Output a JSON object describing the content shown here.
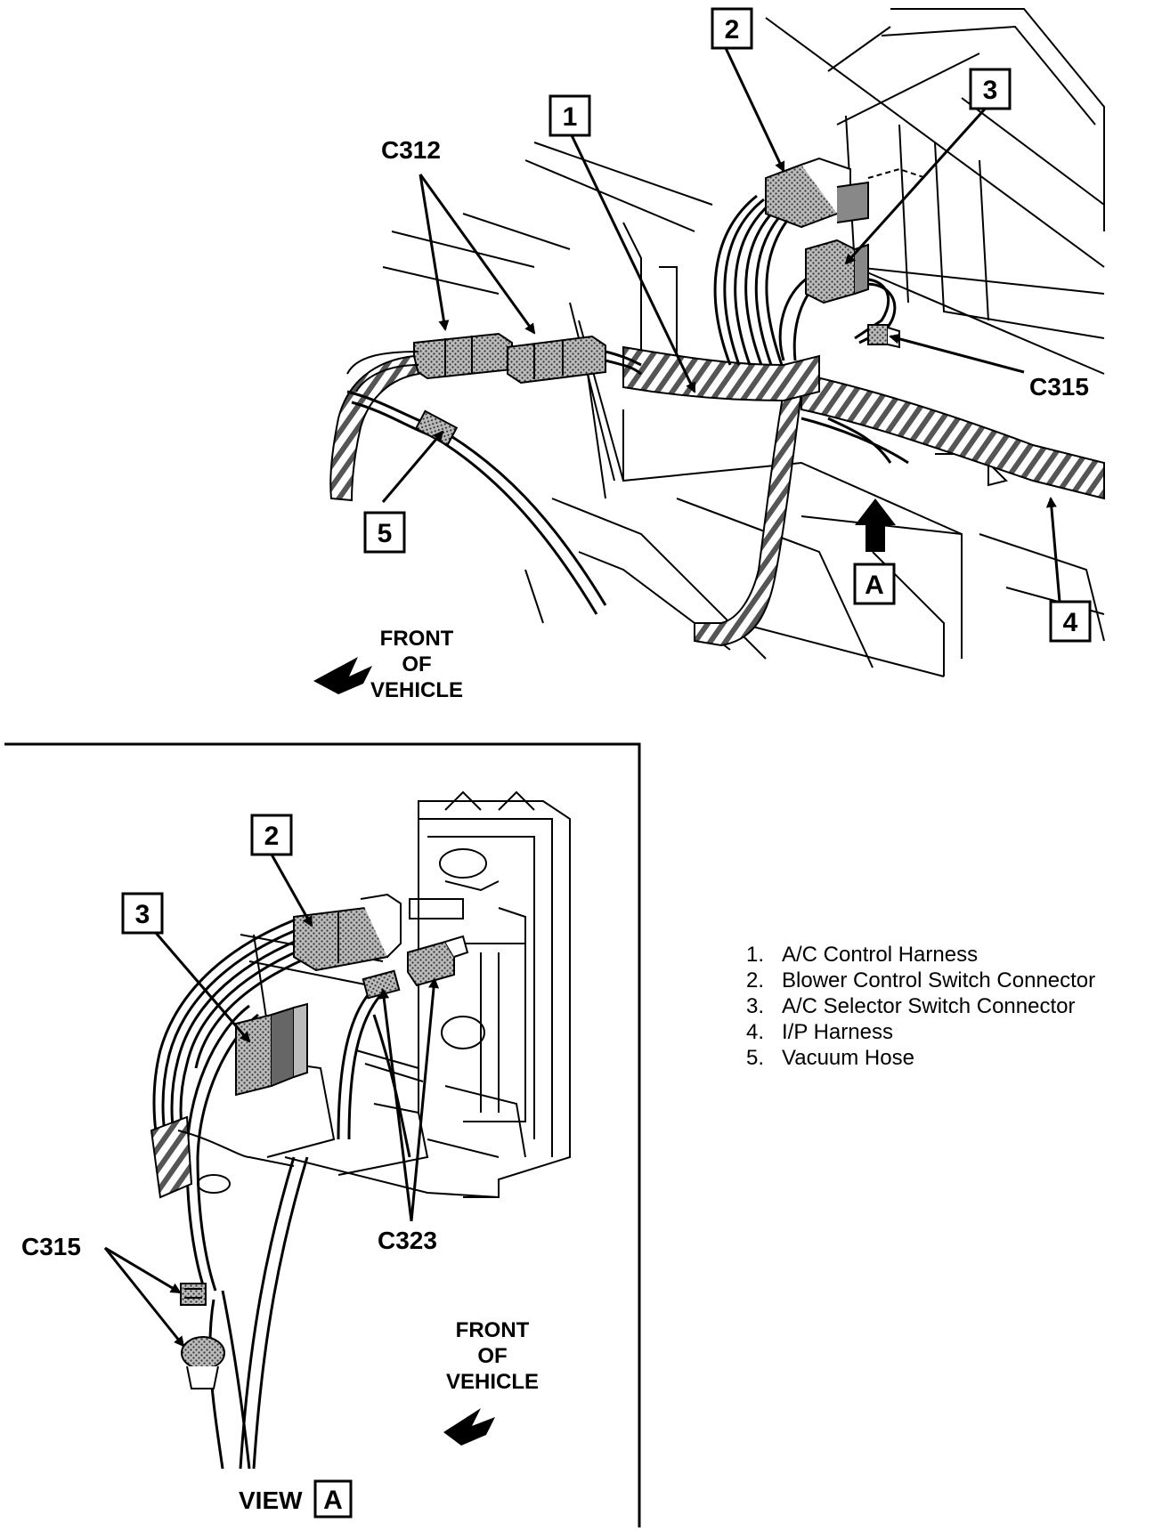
{
  "callouts": {
    "one": "1",
    "two": "2",
    "three": "3",
    "four": "4",
    "five": "5",
    "view_letter": "A"
  },
  "connectors": {
    "c312": "C312",
    "c315": "C315",
    "c323": "C323"
  },
  "front_of_vehicle": {
    "line1": "FRONT",
    "line2": "OF",
    "line3": "VEHICLE"
  },
  "view_label": "VIEW",
  "legend": [
    {
      "num": "1.",
      "text": "A/C Control Harness"
    },
    {
      "num": "2.",
      "text": "Blower Control Switch Connector"
    },
    {
      "num": "3.",
      "text": "A/C Selector Switch Connector"
    },
    {
      "num": "4.",
      "text": "I/P Harness"
    },
    {
      "num": "5.",
      "text": "Vacuum Hose"
    }
  ]
}
